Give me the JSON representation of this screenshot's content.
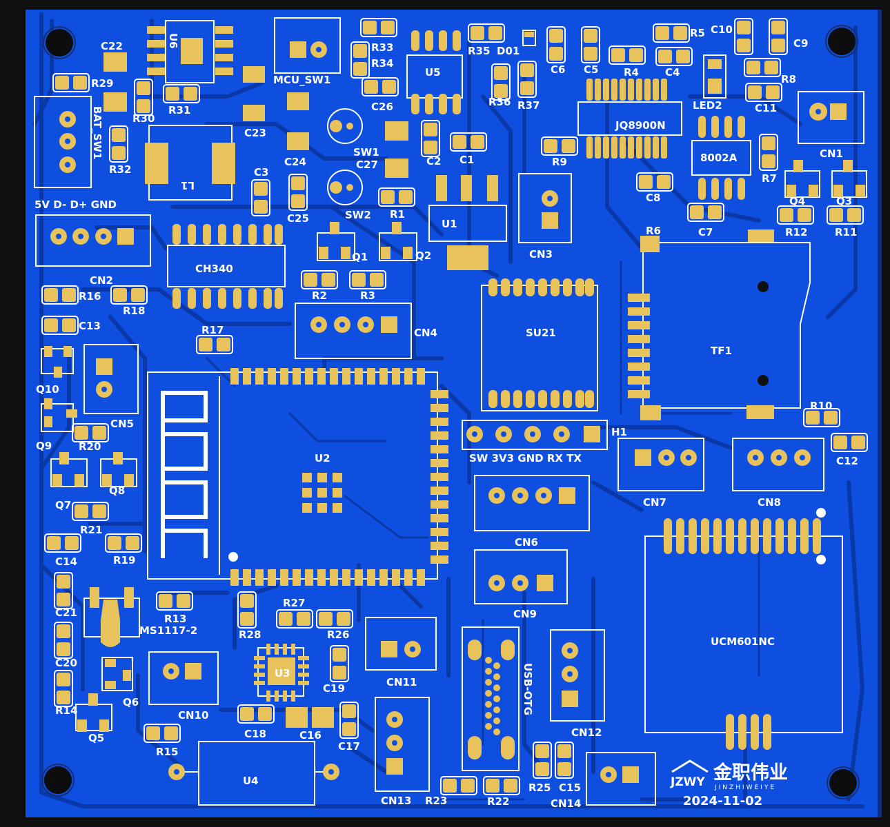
{
  "colors": {
    "board": "#0f4fe0",
    "trace": "#0a38a8",
    "pad": "#e8c35c",
    "silk": "#ffffff"
  },
  "brand": {
    "logo_letters": "JZWY",
    "name": "金职伟业",
    "pinyin": "JINZHIWEIYE",
    "date": "2024-11-02"
  },
  "labels": {
    "c22": "C22",
    "u6": "U6",
    "mcu_sw1": "MCU_SW1",
    "r33": "R33",
    "r34": "R34",
    "u5": "U5",
    "r35": "R35",
    "d01": "D01",
    "c6": "C6",
    "c5": "C5",
    "r4": "R4",
    "c4": "C4",
    "r5": "R5",
    "c10": "C10",
    "c9": "C9",
    "r8": "R8",
    "c11": "C11",
    "led2": "LED2",
    "r29": "R29",
    "r30": "R30",
    "r31": "R31",
    "bat_sw1": "BAT_SW1",
    "r32": "R32",
    "c23": "C23",
    "c24": "C24",
    "sw1": "SW1",
    "c26": "C26",
    "r36": "R36",
    "r37": "R37",
    "jq8900n": "JQ8900N",
    "cn1": "CN1",
    "c27": "C27",
    "c2": "C2",
    "c1": "C1",
    "r9": "R9",
    "ic8002a": "8002A",
    "r7": "R7",
    "l1": "L1",
    "c3": "C3",
    "c25": "C25",
    "sw2": "SW2",
    "r1": "R1",
    "u1": "U1",
    "c8": "C8",
    "q4": "Q4",
    "q3": "Q3",
    "header_5v": "5V D- D+ GND",
    "ch340": "CH340",
    "q1": "Q1",
    "q2": "Q2",
    "cn3": "CN3",
    "r6": "R6",
    "c7": "C7",
    "r12": "R12",
    "r11": "R11",
    "cn2": "CN2",
    "r16": "R16",
    "r18": "R18",
    "r2": "R2",
    "r3": "R3",
    "c13": "C13",
    "cn4": "CN4",
    "su21": "SU21",
    "tf1": "TF1",
    "r17": "R17",
    "q10": "Q10",
    "cn5": "CN5",
    "q9": "Q9",
    "r20": "R20",
    "u2": "U2",
    "h1": "H1",
    "h1_pins": "SW 3V3 GND RX TX",
    "r10": "R10",
    "c12": "C12",
    "cn7": "CN7",
    "cn8": "CN8",
    "q8": "Q8",
    "q7": "Q7",
    "r21": "R21",
    "cn6": "CN6",
    "c14": "C14",
    "r19": "R19",
    "cn9": "CN9",
    "c21": "C21",
    "r13": "R13",
    "ms1117": "MS1117-2",
    "r27": "R27",
    "r28": "R28",
    "r26": "R26",
    "ucm601nc": "UCM601NC",
    "c20": "C20",
    "u3": "U3",
    "cn11": "CN11",
    "usb_otg": "USB-OTG",
    "c19": "C19",
    "q6": "Q6",
    "cn10": "CN10",
    "r14": "R14",
    "cn12": "CN12",
    "q5": "Q5",
    "c18": "C18",
    "c16": "C16",
    "c17": "C17",
    "r15": "R15",
    "u4": "U4",
    "cn13": "CN13",
    "r23": "R23",
    "r22": "R22",
    "r25": "R25",
    "c15": "C15",
    "cn14": "CN14"
  }
}
